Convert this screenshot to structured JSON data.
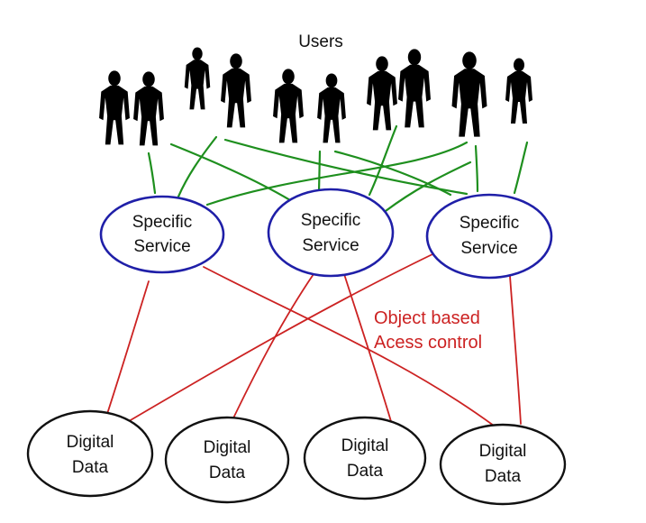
{
  "users_label": "Users",
  "services": [
    {
      "line1": "Specific",
      "line2": "Service"
    },
    {
      "line1": "Specific",
      "line2": "Service"
    },
    {
      "line1": "Specific",
      "line2": "Service"
    }
  ],
  "data_stores": [
    {
      "line1": "Digital",
      "line2": "Data"
    },
    {
      "line1": "Digital",
      "line2": "Data"
    },
    {
      "line1": "Digital",
      "line2": "Data"
    },
    {
      "line1": "Digital",
      "line2": "Data"
    }
  ],
  "annotation": {
    "line1": "Object based",
    "line2": "Acess control"
  },
  "colors": {
    "user_links": "#1e8f1e",
    "access_links": "#cc2222",
    "service_outline": "#1f1fa8",
    "data_outline": "#111111"
  }
}
